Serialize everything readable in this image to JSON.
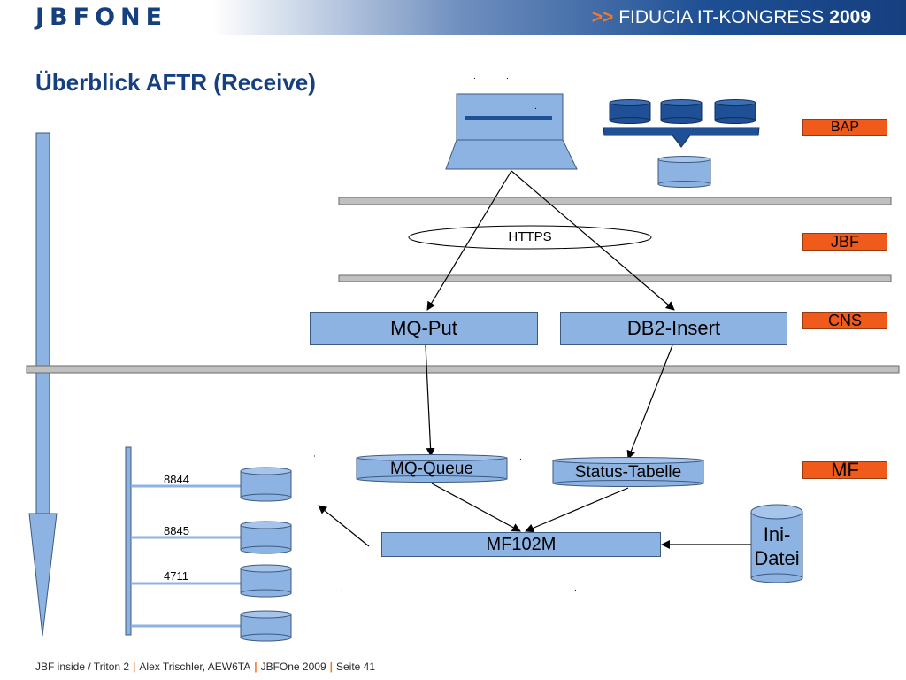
{
  "header": {
    "logo": "JBFONE",
    "event_prefix": ">>",
    "event_name": "FIDUCIA IT-KONGRESS",
    "event_year": "2009"
  },
  "title": "Überblick AFTR (Receive)",
  "layers": {
    "bap": "BAP",
    "jbf": "JBF",
    "cns": "CNS",
    "mf": "MF"
  },
  "nodes": {
    "https": "HTTPS",
    "mq_put": "MQ-Put",
    "db2_insert": "DB2-Insert",
    "mq_queue": "MQ-Queue",
    "status_tabelle": "Status-Tabelle",
    "mf102m": "MF102M",
    "ini_datei_line1": "Ini-",
    "ini_datei_line2": "Datei"
  },
  "ports": [
    "8844",
    "8845",
    "4711"
  ],
  "footer": {
    "part1": "JBF inside / Triton 2",
    "part2": "Alex Trischler, AEW6TA",
    "part3": "JBFOne 2009",
    "part4": "Seite 41",
    "separator": "|"
  },
  "colors": {
    "brand": "#163f80",
    "accent": "#f07a2a",
    "box_fill": "#8db3e2",
    "db_dark": "#1f4f94",
    "layer_tag": "#f05a1a",
    "bar_gray": "#c0c0c0"
  }
}
